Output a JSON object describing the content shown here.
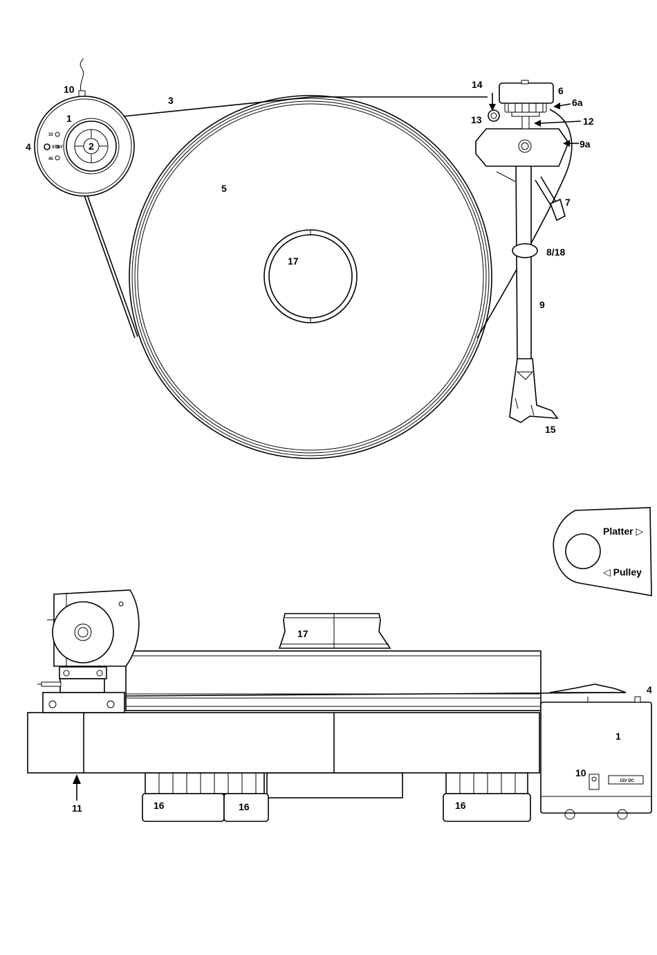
{
  "top_view": {
    "labels": {
      "power_inlet": "10",
      "motor_unit": "1",
      "belt": "3",
      "speed_switch": "4",
      "pulley": "2",
      "platter": "5",
      "record_clamp": "17",
      "headshell_lift_14": "14",
      "arm_base_13": "13",
      "counterweight": "6",
      "counterweight_ring": "6a",
      "bearing_12": "12",
      "anti_skating_9a": "9a",
      "arm_cable": "7",
      "arm_rest": "8/18",
      "tonearm_tube": "9",
      "headshell": "15"
    },
    "speed_marks": [
      "33",
      "STBY",
      "45"
    ]
  },
  "side_view": {
    "labels": {
      "record_clamp": "17",
      "speed_switch": "4",
      "motor_unit": "1",
      "power_inlet": "10",
      "plinth": "11",
      "foot_left": "16",
      "foot_mid": "16",
      "foot_right": "16"
    },
    "power_spec": "15V DC"
  },
  "belt_direction_tag": {
    "platter": "Platter ▷",
    "pulley": "◁ Pulley"
  }
}
